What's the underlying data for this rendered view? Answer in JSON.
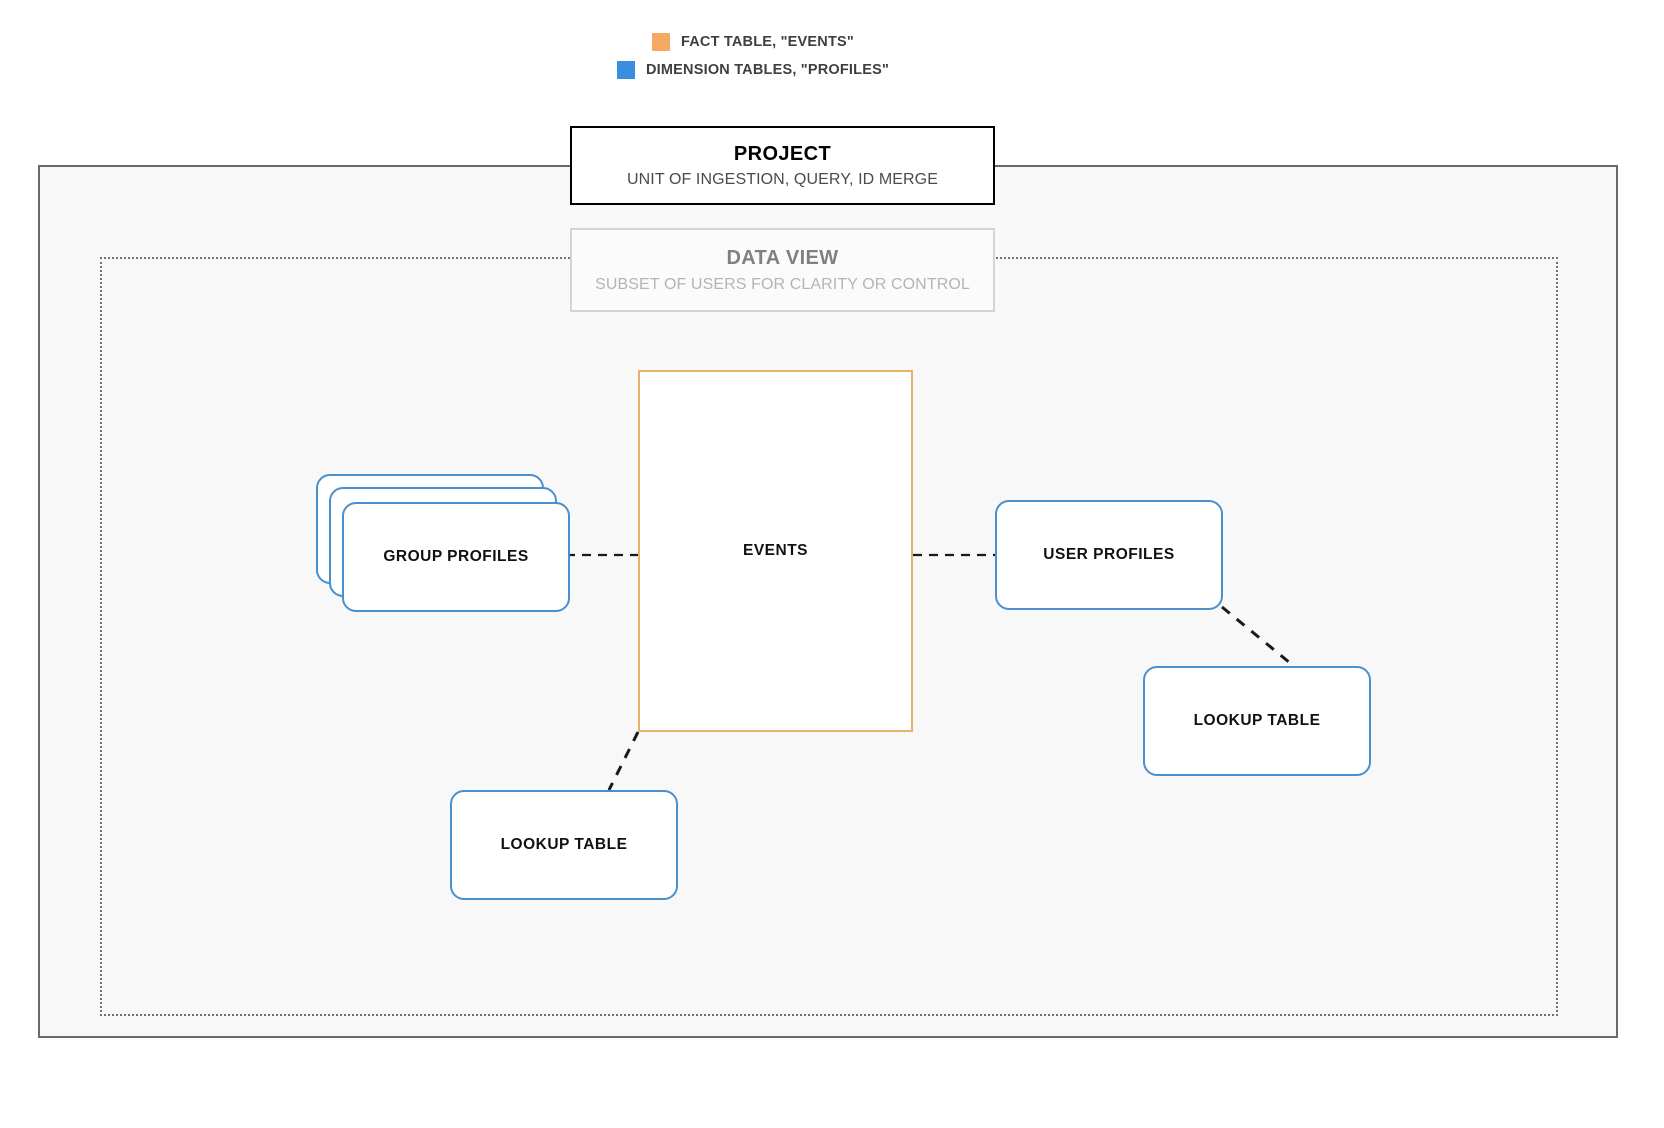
{
  "legend": {
    "items": [
      {
        "icon": "orange-square-swatch",
        "color": "#f5a962",
        "label": "FACT TABLE, \"EVENTS\""
      },
      {
        "icon": "blue-square-swatch",
        "color": "#3b8ede",
        "label": "DIMENSION TABLES, \"PROFILES\""
      }
    ]
  },
  "project": {
    "title": "PROJECT",
    "subtitle": "UNIT OF INGESTION, QUERY, ID MERGE",
    "border_color": "#000000"
  },
  "data_view": {
    "title": "DATA VIEW",
    "subtitle": "SUBSET OF USERS FOR CLARITY OR CONTROL",
    "border_color": "#d2d4d6"
  },
  "nodes": {
    "events": {
      "label": "EVENTS",
      "color": "#e8b26a",
      "kind": "fact-table"
    },
    "group_profiles": {
      "label": "GROUP PROFILES",
      "color": "#4a90ce",
      "kind": "dimension-table-stack",
      "stack_count": 3
    },
    "user_profiles": {
      "label": "USER PROFILES",
      "color": "#4a90ce",
      "kind": "dimension-table"
    },
    "lookup_table_left": {
      "label": "LOOKUP TABLE",
      "color": "#4a90ce",
      "kind": "dimension-table"
    },
    "lookup_table_right": {
      "label": "LOOKUP TABLE",
      "color": "#4a90ce",
      "kind": "dimension-table"
    }
  },
  "connectors": [
    {
      "name": "group-profiles-to-events",
      "style": "dashed",
      "color": "#1a1a1a"
    },
    {
      "name": "events-to-user-profiles",
      "style": "dashed",
      "color": "#1a1a1a"
    },
    {
      "name": "events-to-lookup-table-left",
      "style": "dashed",
      "color": "#1a1a1a"
    },
    {
      "name": "user-profiles-to-lookup-table-right",
      "style": "dashed",
      "color": "#1a1a1a"
    }
  ],
  "containers": {
    "outer": {
      "name": "project-container",
      "border_style": "solid",
      "border_color": "#666a6c",
      "fill": "#f8f8f8"
    },
    "inner": {
      "name": "data-view-container",
      "border_style": "dotted",
      "border_color": "#6f7376"
    }
  }
}
